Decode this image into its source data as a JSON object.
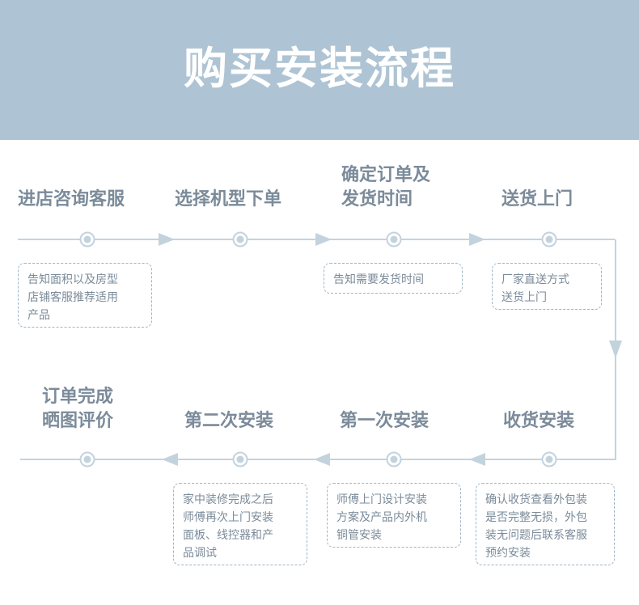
{
  "header": {
    "title": "购买安装流程",
    "band_color": "#aec4d4",
    "title_color": "#ffffff"
  },
  "theme": {
    "text_color": "#7b8b9a",
    "line_color": "#c3d3de",
    "box_border_color": "#9fb4c6",
    "node_fill_color": "#c3d3de",
    "background": "#ffffff"
  },
  "flow": {
    "row1": {
      "direction": "left-to-right",
      "steps": [
        {
          "label": "进店咨询客服",
          "note": "告知面积以及房型\n店铺客服推荐适用\n产品"
        },
        {
          "label": "选择机型下单",
          "note": ""
        },
        {
          "label": "确定订单及\n发货时间",
          "note": "告知需要发货时间"
        },
        {
          "label": "送货上门",
          "note": "厂家直送方式\n送货上门"
        }
      ]
    },
    "row2": {
      "direction": "right-to-left",
      "steps": [
        {
          "label": "订单完成\n晒图评价",
          "note": ""
        },
        {
          "label": "第二次安装",
          "note": "家中装修完成之后\n师傅再次上门安装\n面板、线控器和产\n品调试"
        },
        {
          "label": "第一次安装",
          "note": "师傅上门设计安装\n方案及产品内外机\n铜管安装"
        },
        {
          "label": "收货安装",
          "note": "确认收货查看外包装\n是否完整无损，外包\n装无问题后联系客服\n预约安装"
        }
      ]
    }
  }
}
